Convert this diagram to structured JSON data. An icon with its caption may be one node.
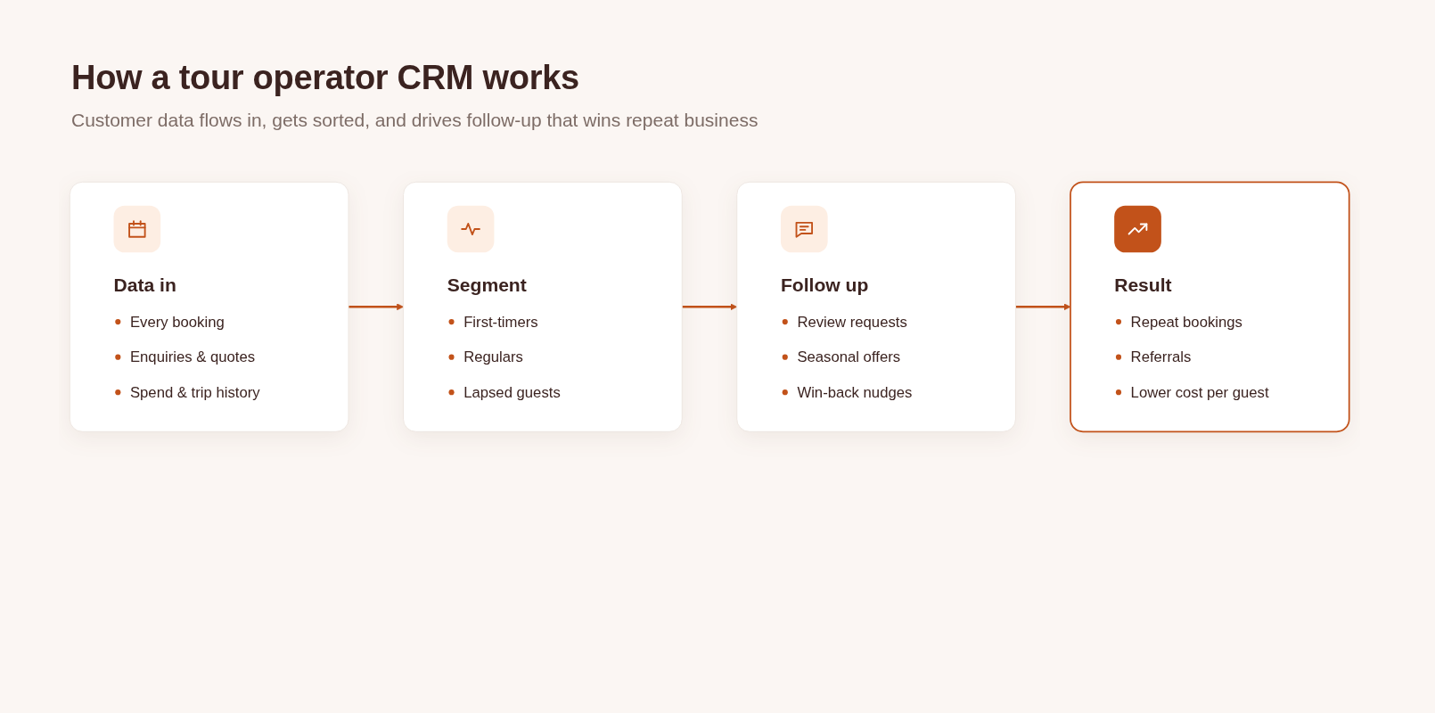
{
  "diagram": {
    "title": "How a tour operator CRM works",
    "nodes": [
      {
        "text": [
          "Data in",
          "Every booking",
          "Enquiries & quotes",
          "Spend & trip history"
        ]
      },
      {
        "text": [
          "Segment",
          "First-timers",
          "Regulars",
          "Lapsed guests"
        ]
      },
      {
        "text": [
          "Follow up",
          "Review requests",
          "Seasonal offers",
          "Win-back nudges"
        ]
      },
      {
        "text": [
          "Result",
          "Repeat bookings",
          "Referrals",
          "Lower cost per guest"
        ]
      }
    ],
    "edges": [
      {
        "from": 0,
        "to": 1,
        "arrow": "to"
      },
      {
        "from": 1,
        "to": 2,
        "arrow": "to"
      },
      {
        "from": 2,
        "to": 3,
        "arrow": "to"
      }
    ],
    "labels": [
      "Customer data flows in, gets sorted, and drives follow-up that wins repeat business"
    ]
  }
}
